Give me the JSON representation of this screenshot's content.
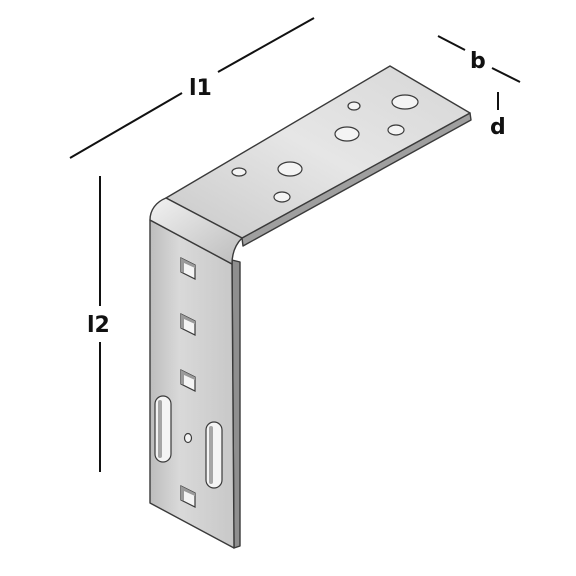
{
  "dimensions": {
    "l1": "l1",
    "l2": "l2",
    "b": "b",
    "d": "d"
  },
  "colors": {
    "metal_light": "#e2e2e2",
    "metal_mid": "#cfcfcf",
    "metal_dark": "#a9a9a9",
    "edge": "#3a3a3a",
    "hole": "#f4f4f4",
    "dimension_line": "#111111"
  }
}
